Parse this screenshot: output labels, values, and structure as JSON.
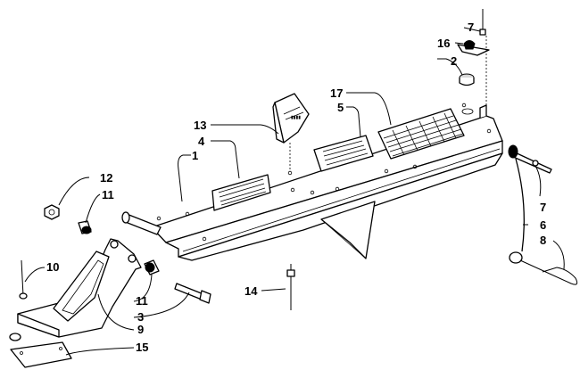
{
  "parts": [
    {
      "id": "1",
      "label": "1"
    },
    {
      "id": "2",
      "label": "2"
    },
    {
      "id": "3",
      "label": "3"
    },
    {
      "id": "4",
      "label": "4"
    },
    {
      "id": "5",
      "label": "5"
    },
    {
      "id": "6",
      "label": "6"
    },
    {
      "id": "7a",
      "label": "7"
    },
    {
      "id": "7b",
      "label": "7"
    },
    {
      "id": "8",
      "label": "8"
    },
    {
      "id": "9",
      "label": "9"
    },
    {
      "id": "10",
      "label": "10"
    },
    {
      "id": "11a",
      "label": "11"
    },
    {
      "id": "11b",
      "label": "11"
    },
    {
      "id": "12",
      "label": "12"
    },
    {
      "id": "13",
      "label": "13"
    },
    {
      "id": "14",
      "label": "14"
    },
    {
      "id": "15",
      "label": "15"
    },
    {
      "id": "16",
      "label": "16"
    },
    {
      "id": "17",
      "label": "17"
    }
  ],
  "colors": {
    "ink": "#000000",
    "paper": "#ffffff"
  }
}
